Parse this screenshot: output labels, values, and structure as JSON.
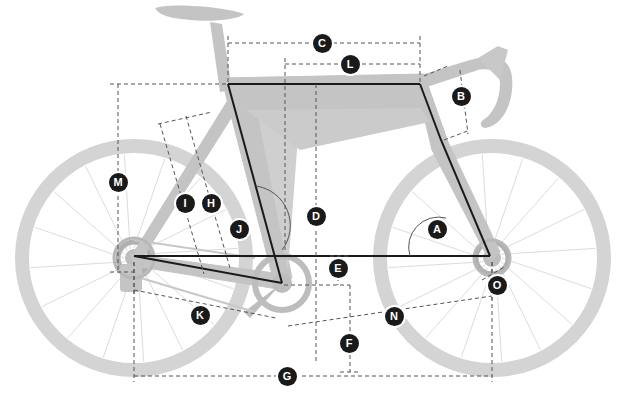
{
  "diagram": {
    "labels": [
      "C",
      "L",
      "B",
      "M",
      "I",
      "H",
      "J",
      "D",
      "A",
      "E",
      "O",
      "K",
      "N",
      "F",
      "G"
    ]
  }
}
